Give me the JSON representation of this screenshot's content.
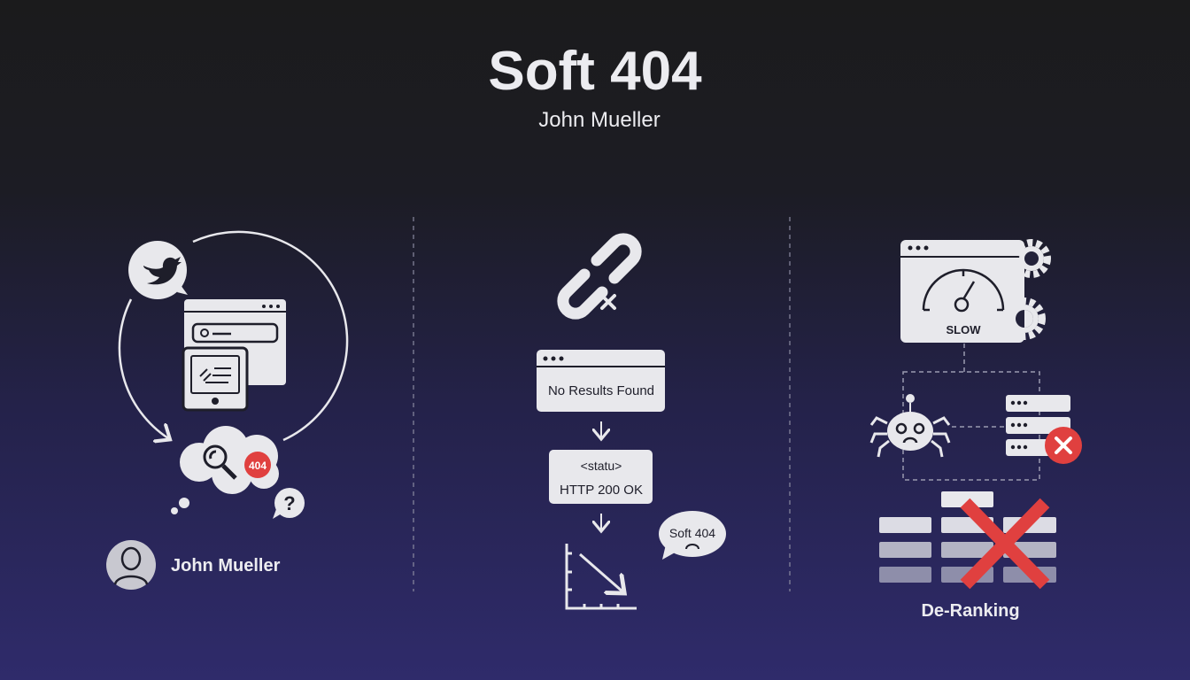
{
  "header": {
    "title": "Soft 404",
    "subtitle": "John Mueller"
  },
  "left_panel": {
    "badge": "404",
    "question": "?",
    "author_name": "John Mueller"
  },
  "middle_panel": {
    "page_message": "No Results Found",
    "status_tag": "<statu>",
    "status_code": "HTTP 200 OK",
    "bubble": "Soft 404"
  },
  "right_panel": {
    "speed_label": "SLOW",
    "caption": "De-Ranking"
  },
  "colors": {
    "icon": "#e8e8ec",
    "accent_red": "#e0403f",
    "bg_top": "#1b1b1c",
    "bg_bottom": "#2f2b6b"
  }
}
